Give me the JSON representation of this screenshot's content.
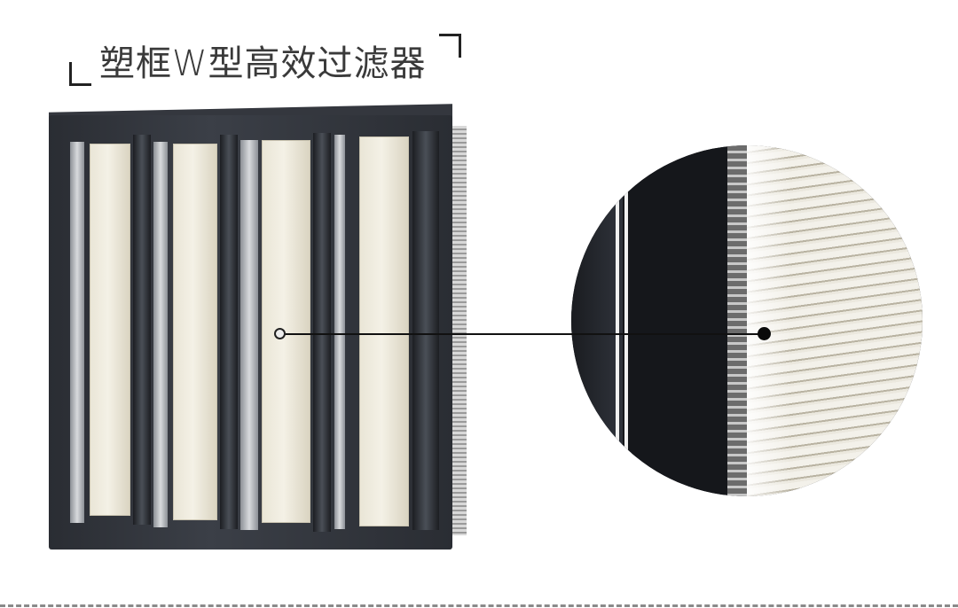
{
  "header": {
    "title": "塑框W型高效过滤器"
  },
  "product_image": {
    "subject": "plastic-frame W-type high-efficiency filter",
    "pleat_panels": 4,
    "colors": {
      "frame": "#2f3238",
      "media": "#efebdf"
    }
  },
  "detail_magnifier": {
    "subject": "close-up of pleated filter media and frame edge",
    "colors": {
      "frame": "#15171b",
      "media": "#ece8dc",
      "pointer": "#111111"
    }
  },
  "footer": {
    "divider_style": "dashed"
  }
}
